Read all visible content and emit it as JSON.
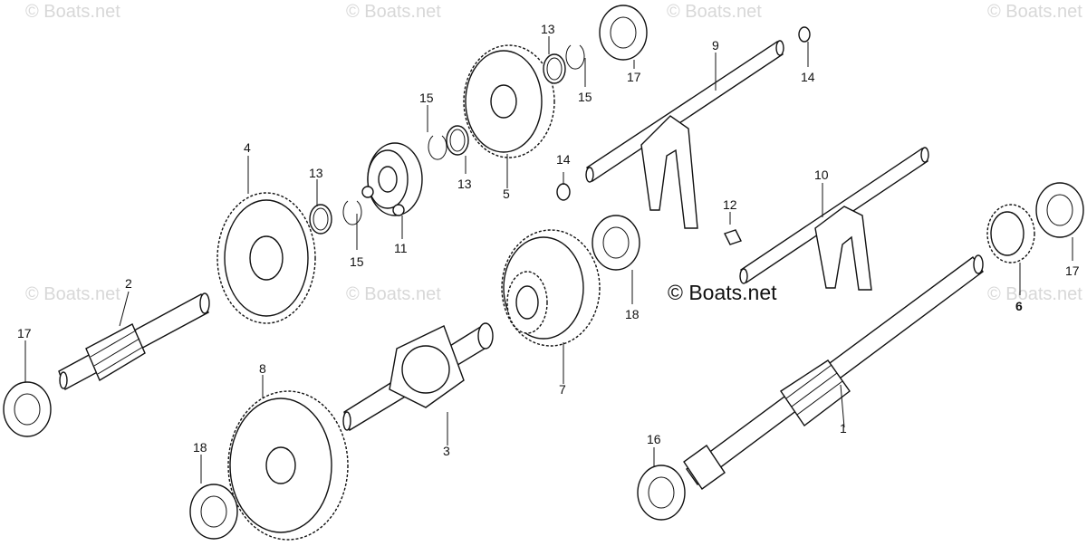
{
  "watermark": "© Boats.net",
  "brand_label": "© Boats.net",
  "parts": [
    {
      "id": "1",
      "label": "1"
    },
    {
      "id": "2",
      "label": "2"
    },
    {
      "id": "3",
      "label": "3"
    },
    {
      "id": "4",
      "label": "4"
    },
    {
      "id": "5",
      "label": "5"
    },
    {
      "id": "6",
      "label": "6"
    },
    {
      "id": "7",
      "label": "7"
    },
    {
      "id": "8",
      "label": "8"
    },
    {
      "id": "9",
      "label": "9"
    },
    {
      "id": "10",
      "label": "10"
    },
    {
      "id": "11",
      "label": "11"
    },
    {
      "id": "12",
      "label": "12"
    },
    {
      "id": "13a",
      "label": "13"
    },
    {
      "id": "13b",
      "label": "13"
    },
    {
      "id": "13c",
      "label": "13"
    },
    {
      "id": "14a",
      "label": "14"
    },
    {
      "id": "14b",
      "label": "14"
    },
    {
      "id": "15a",
      "label": "15"
    },
    {
      "id": "15b",
      "label": "15"
    },
    {
      "id": "15c",
      "label": "15"
    },
    {
      "id": "16",
      "label": "16"
    },
    {
      "id": "17a",
      "label": "17"
    },
    {
      "id": "17b",
      "label": "17"
    },
    {
      "id": "17c",
      "label": "17"
    },
    {
      "id": "18a",
      "label": "18"
    },
    {
      "id": "18b",
      "label": "18"
    }
  ]
}
